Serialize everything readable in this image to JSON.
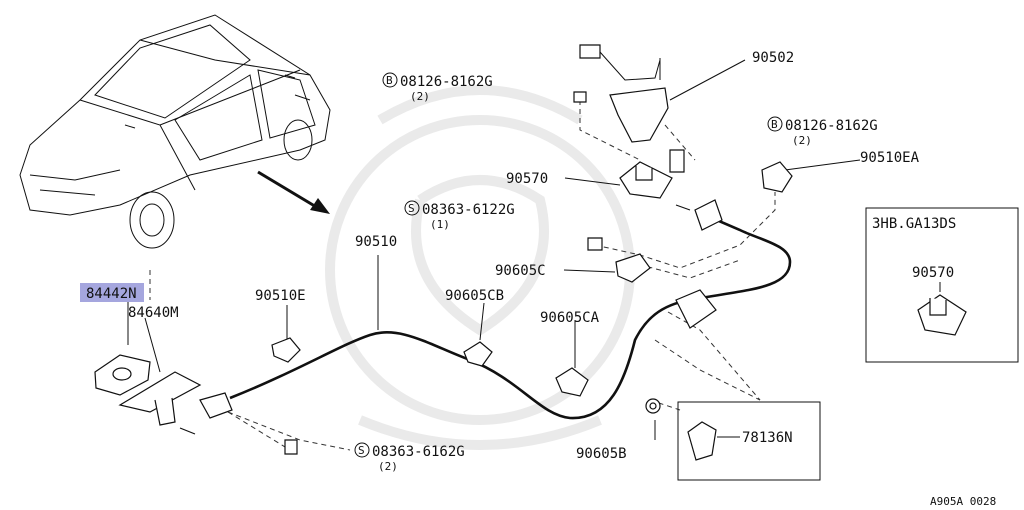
{
  "diagram": {
    "drawing_code": "A905A 0028",
    "inset_title": "3HB.GA13DS",
    "highlight_color": "#8f90d6",
    "parts": {
      "p84442n": "84442N",
      "p84640m": "84640M",
      "p90510e": "90510E",
      "p90510": "90510",
      "p90605cb": "90605CB",
      "p90605c": "90605C",
      "p90605ca": "90605CA",
      "p90605b": "90605B",
      "p78136n": "78136N",
      "p90570": "90570",
      "p90570_inset": "90570",
      "p90502": "90502",
      "p90510ea": "90510EA"
    },
    "fasteners": {
      "b1": {
        "mark": "B",
        "code": "08126-8162G",
        "qty": "(2)"
      },
      "b2": {
        "mark": "B",
        "code": "08126-8162G",
        "qty": "(2)"
      },
      "s1": {
        "mark": "S",
        "code": "08363-6122G",
        "qty": "(1)"
      },
      "s2": {
        "mark": "S",
        "code": "08363-6162G",
        "qty": "(2)"
      }
    }
  }
}
